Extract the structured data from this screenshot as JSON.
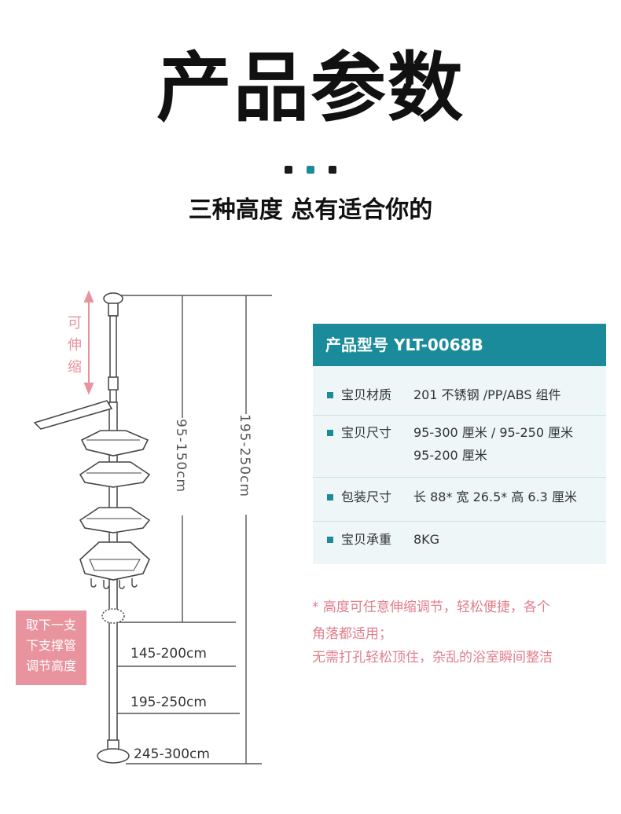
{
  "heading": {
    "title": "产品参数",
    "subtitle": "三种高度 总有适合你的"
  },
  "dots": [
    {
      "color": "#1a1a1a"
    },
    {
      "color": "#1a8b9a"
    },
    {
      "color": "#1a1a1a"
    }
  ],
  "diagram": {
    "adjustable_label": [
      "可",
      "伸",
      "缩"
    ],
    "dim_inner": "95-150cm",
    "dim_outer": "195-250cm",
    "height_options": [
      "145-200cm",
      "195-250cm",
      "245-300cm"
    ],
    "remove_tube_note": [
      "取下一支",
      "下支撑管",
      "调节高度"
    ]
  },
  "spec": {
    "header": "产品型号 YLT-0068B",
    "rows": [
      {
        "label": "宝贝材质",
        "value": "201 不锈钢 /PP/ABS 组件"
      },
      {
        "label": "宝贝尺寸",
        "value": "95-300 厘米 / 95-250 厘米",
        "value2": "95-200 厘米"
      },
      {
        "label": "包装尺寸",
        "value": "长 88* 宽 26.5* 高 6.3 厘米"
      },
      {
        "label": "宝贝承重",
        "value": "8KG"
      }
    ]
  },
  "notes": [
    "* 高度可任意伸缩调节，轻松便捷，各个",
    "角落都适用；",
    "无需打孔轻松顶住，杂乱的浴室瞬间整洁"
  ],
  "colors": {
    "accent": "#1a8b9a",
    "pink": "#e8939d",
    "card_bg": "#eef6f8"
  }
}
